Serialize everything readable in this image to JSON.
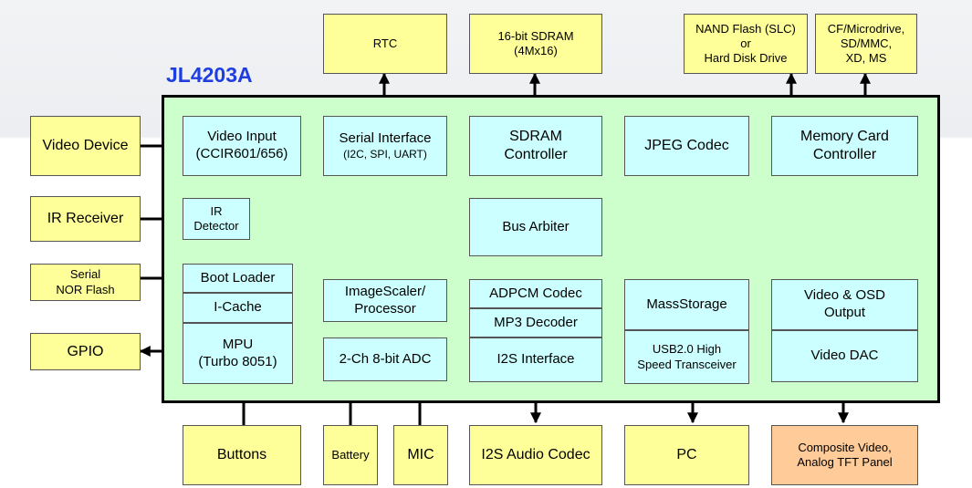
{
  "title": "JL4203A",
  "external": {
    "rtc": "RTC",
    "sdram": [
      "16-bit SDRAM",
      "(4Mx16)"
    ],
    "nand": [
      "NAND Flash (SLC)",
      "or",
      "Hard Disk Drive"
    ],
    "cf": [
      "CF/Microdrive,",
      "SD/MMC,",
      "XD, MS"
    ],
    "video_device": "Video Device",
    "ir_receiver": "IR Receiver",
    "serial_nor": [
      "Serial",
      "NOR Flash"
    ],
    "gpio": "GPIO",
    "buttons": "Buttons",
    "battery": "Battery",
    "mic": "MIC",
    "i2s_codec": "I2S Audio Codec",
    "pc": "PC",
    "composite": [
      "Composite Video,",
      "Analog TFT Panel"
    ]
  },
  "internal": {
    "video_input": [
      "Video Input",
      "(CCIR601/656)"
    ],
    "serial_interface": [
      "Serial Interface",
      "(I2C, SPI, UART)"
    ],
    "sdram_controller": [
      "SDRAM",
      "Controller"
    ],
    "jpeg_codec": "JPEG Codec",
    "memory_card": [
      "Memory Card",
      "Controller"
    ],
    "ir_detector": [
      "IR",
      "Detector"
    ],
    "bus_arbiter": "Bus Arbiter",
    "boot_loader": "Boot Loader",
    "icache": "I-Cache",
    "mpu": [
      "MPU",
      "(Turbo 8051)"
    ],
    "image_scaler": [
      "ImageScaler/",
      "Processor"
    ],
    "adc": "2-Ch 8-bit ADC",
    "adpcm": "ADPCM Codec",
    "mp3": "MP3 Decoder",
    "i2s_interface": "I2S Interface",
    "mass_storage": "MassStorage",
    "usb": [
      "USB2.0 High",
      "Speed Transceiver"
    ],
    "video_osd": [
      "Video & OSD",
      "Output"
    ],
    "video_dac": "Video DAC"
  }
}
